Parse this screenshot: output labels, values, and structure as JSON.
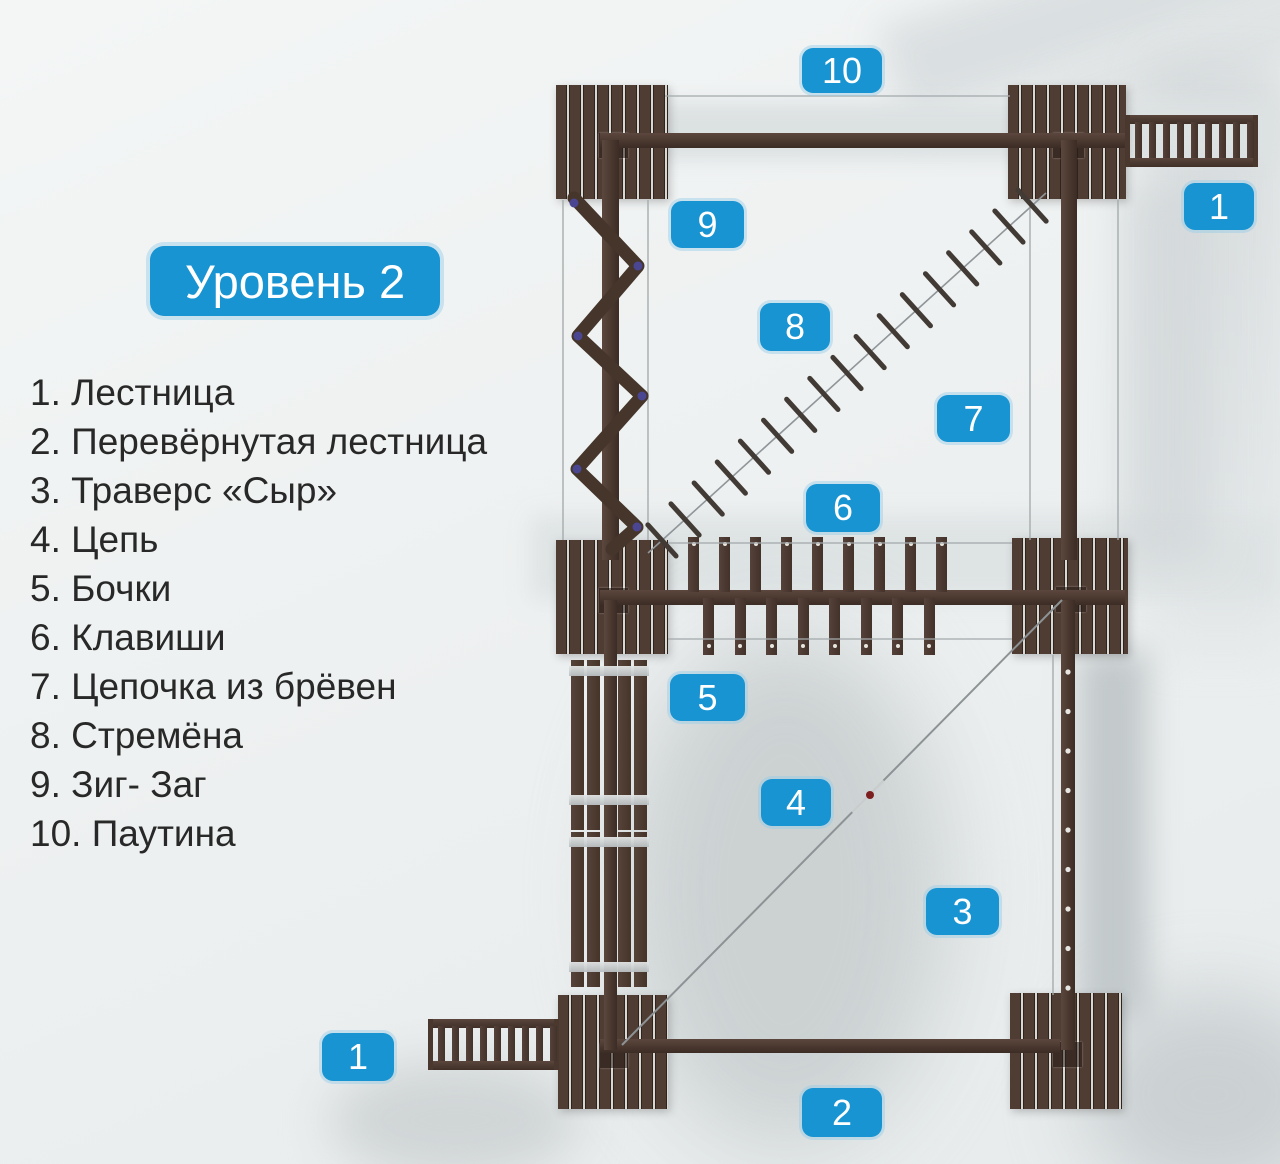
{
  "title": "Уровень 2",
  "legend": {
    "items": [
      "1. Лестница",
      "2. Перевёрнутая лестница",
      "3. Траверс «Сыр»",
      "4. Цепь",
      "5. Бочки",
      "6. Клавиши",
      "7. Цепочка из брёвен",
      "8. Стремёна",
      "9. Зиг- Заг",
      "10. Паутина"
    ]
  },
  "markers": {
    "m10": "10",
    "m9": "9",
    "m8": "8",
    "m7": "7",
    "m6": "6",
    "m5": "5",
    "m4": "4",
    "m3": "3",
    "m2": "2",
    "m1_top": "1",
    "m1_bottom": "1"
  },
  "colors": {
    "accent_blue": "#1794d1",
    "wood_brown": "#4c3931",
    "text": "#282828",
    "chain_marker_red": "#7e1f1f"
  }
}
